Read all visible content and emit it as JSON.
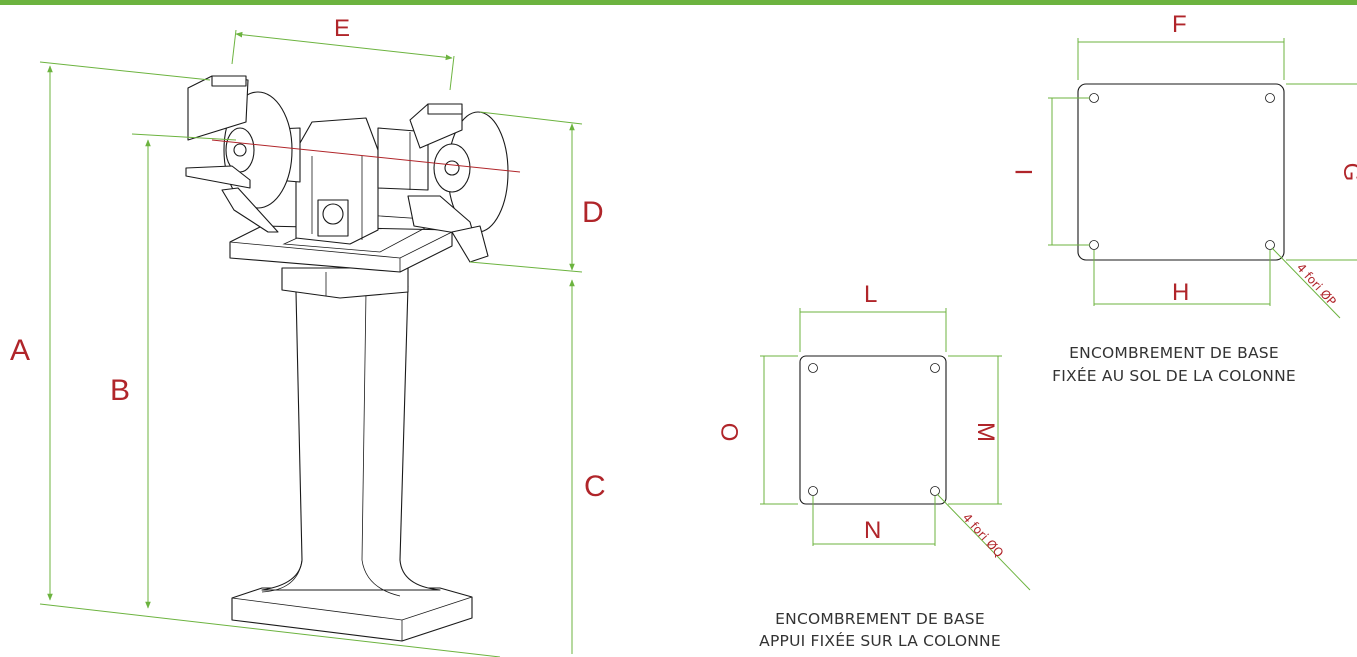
{
  "colors": {
    "accent": "#6cb33f",
    "label": "#b0252a",
    "line": "#1a1a1a",
    "caption": "#333333"
  },
  "labels": {
    "A": "A",
    "B": "B",
    "C": "C",
    "D": "D",
    "E": "E",
    "F": "F",
    "G": "G",
    "H": "H",
    "I": "I",
    "L": "L",
    "M": "M",
    "N": "N",
    "O": "O"
  },
  "notes": {
    "holes_p": "4 fori ØP",
    "holes_q": "4 fori ØQ"
  },
  "captions": {
    "floor_line1": "ENCOMBREMENT DE BASE",
    "floor_line2": "FIXÉE AU SOL DE LA COLONNE",
    "support_line1": "ENCOMBREMENT DE BASE",
    "support_line2": "APPUI FIXÉE SUR LA COLONNE"
  }
}
